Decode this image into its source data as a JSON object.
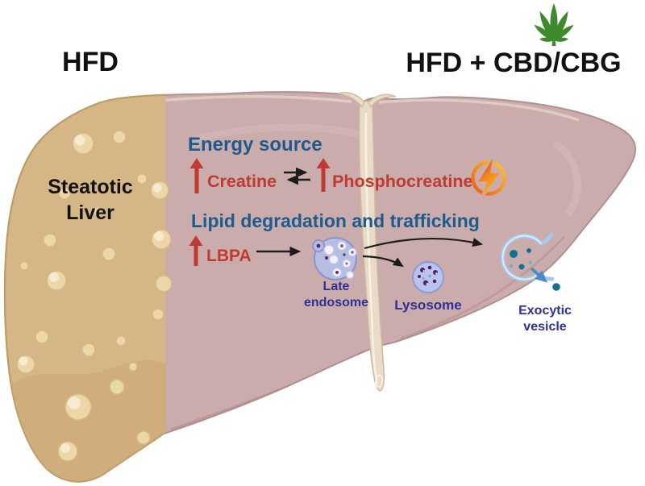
{
  "header": {
    "left_title": "HFD",
    "right_title": "HFD + CBD/CBG"
  },
  "liver_left": {
    "label_line1": "Steatotic",
    "label_line2": "Liver"
  },
  "energy_section": {
    "heading": "Energy source",
    "creatine_label": "Creatine",
    "phosphocreatine_label": "Phosphocreatine"
  },
  "lipid_section": {
    "heading": "Lipid degradation and trafficking",
    "lbpa_label": "LBPA",
    "late_endosome_line1": "Late",
    "late_endosome_line2": "endosome",
    "lysosome_label": "Lysosome",
    "exocytic_line1": "Exocytic",
    "exocytic_line2": "vesicle"
  },
  "icons": {
    "cannabis_leaf": "cannabis-leaf-icon",
    "energy_bolt": "lightning-bolt-icon",
    "increase_arrow": "increase-arrow-icon",
    "equilibrium": "equilibrium-arrows-icon",
    "late_endosome": "late-endosome-icon",
    "lysosome": "lysosome-icon",
    "exocytic_vesicle": "exocytic-vesicle-icon"
  },
  "colors": {
    "title_black": "#111111",
    "heading_blue": "#1d5b8d",
    "increase_red": "#bf3a31",
    "organelle_label_navy": "#2f3192",
    "steatotic_tan": "#d5b687",
    "treated_pink": "#cbacac",
    "ligament_cream": "#e8dbc8",
    "cannabis_green": "#3f8a2c",
    "energy_bolt_orange": "#f2791f",
    "vesicle_membrane_blue": "#a6c9e9",
    "cargo_teal": "#14718f"
  }
}
